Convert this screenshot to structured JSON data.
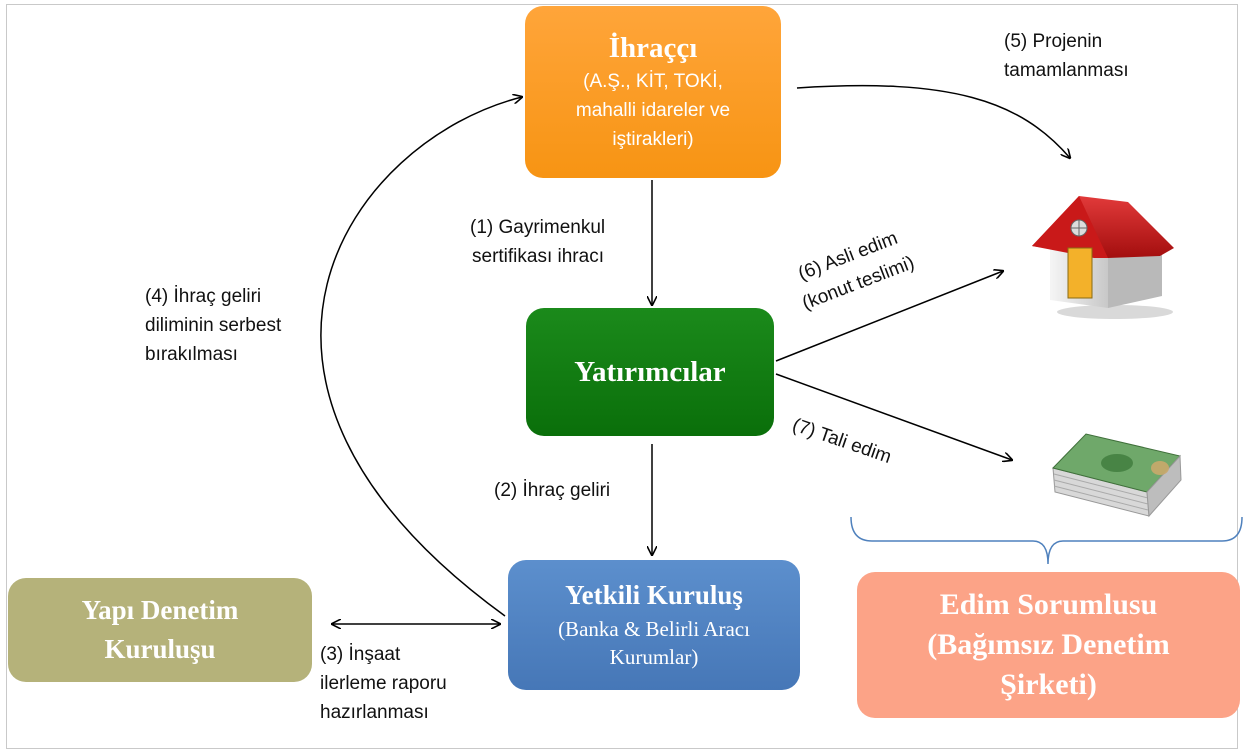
{
  "nodes": {
    "issuer": {
      "title": "İhraççı",
      "subtitle_lines": [
        "(A.Ş., KİT, TOKİ,",
        "mahalli idareler ve",
        "iştirakleri)"
      ],
      "color": "#f79413"
    },
    "investors": {
      "title": "Yatırımcılar",
      "color": "#0a6f0a"
    },
    "authorized": {
      "title": "Yetkili Kuruluş",
      "subtitle_lines": [
        "(Banka & Belirli Aracı",
        "Kurumlar)"
      ],
      "color": "#4677b7"
    },
    "inspection": {
      "title_lines": [
        "Yapı Denetim",
        "Kuruluşu"
      ],
      "color": "#b5b27a"
    },
    "obligation": {
      "title_lines": [
        "Edim Sorumlusu",
        "(Bağımsız Denetim",
        "Şirketi)"
      ],
      "color": "#fca387"
    }
  },
  "edges": {
    "step1": [
      "(1) Gayrimenkul",
      "sertifikası ihracı"
    ],
    "step2": [
      "(2) İhraç geliri"
    ],
    "step3": [
      "(3) İnşaat",
      "ilerleme raporu",
      "hazırlanması"
    ],
    "step4": [
      "(4) İhraç geliri",
      "diliminin serbest",
      "bırakılması"
    ],
    "step5": [
      "(5) Projenin",
      "tamamlanması"
    ],
    "step6": [
      "(6) Asli edim",
      "(konut teslimi)"
    ],
    "step7": [
      "(7) Tali edim"
    ]
  },
  "icons": [
    "house-icon",
    "money-stack-icon"
  ]
}
